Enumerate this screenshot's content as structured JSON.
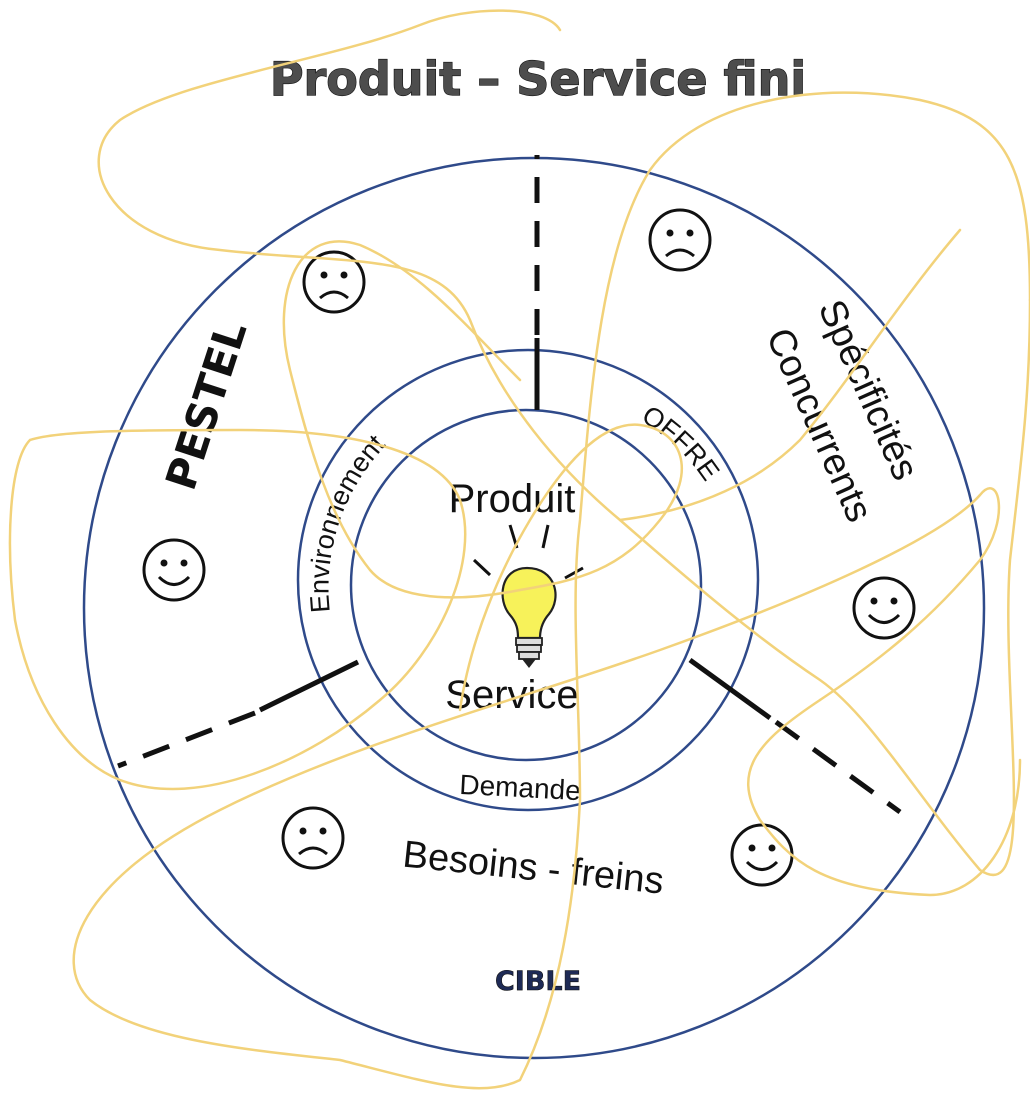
{
  "diagram": {
    "title": "Produit – Service fini",
    "center": {
      "top_label": "Produit",
      "bottom_label": "Service",
      "icon": "lightbulb-icon"
    },
    "inner_ring": {
      "left_label": "Environnement",
      "right_label": "OFFRE",
      "bottom_label": "Demande"
    },
    "outer_ring": {
      "left_label": "PESTEL",
      "right_label_1": "Spécificités",
      "right_label_2": "Concurrents",
      "bottom_label": "Besoins - freins",
      "footer_label": "CIBLE"
    },
    "faces": [
      {
        "name": "sad-face-icon",
        "mood": "sad"
      },
      {
        "name": "sad-face-icon",
        "mood": "sad"
      },
      {
        "name": "happy-face-icon",
        "mood": "happy"
      },
      {
        "name": "happy-face-icon",
        "mood": "happy"
      },
      {
        "name": "sad-face-icon",
        "mood": "sad"
      },
      {
        "name": "happy-face-icon",
        "mood": "happy"
      }
    ],
    "colors": {
      "circle_stroke": "#2f4a8a",
      "scribble": "#f2d27a",
      "bulb_fill": "#f7f25a",
      "divider": "#111111"
    }
  }
}
